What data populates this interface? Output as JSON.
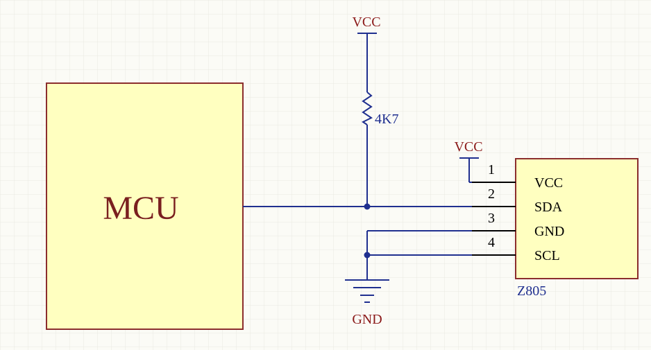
{
  "colors": {
    "background": "#fbfbf6",
    "grid": "#e9e9e1",
    "wire": "#1f2f8f",
    "component_fill": "#ffffc0",
    "component_border": "#8b2d2d",
    "component_text": "#7a1f1f",
    "designator_text": "#1f2f8f",
    "pin_text": "#000000",
    "power_text": "#8b1a1a"
  },
  "mcu": {
    "label": "MCU"
  },
  "resistor": {
    "value": "4K7"
  },
  "power": {
    "top_vcc": "VCC",
    "sensor_vcc": "VCC",
    "ground": "GND"
  },
  "sensor": {
    "designator": "Z805",
    "pins": [
      {
        "number": "1",
        "name": "VCC"
      },
      {
        "number": "2",
        "name": "SDA"
      },
      {
        "number": "3",
        "name": "GND"
      },
      {
        "number": "4",
        "name": "SCL"
      }
    ]
  }
}
